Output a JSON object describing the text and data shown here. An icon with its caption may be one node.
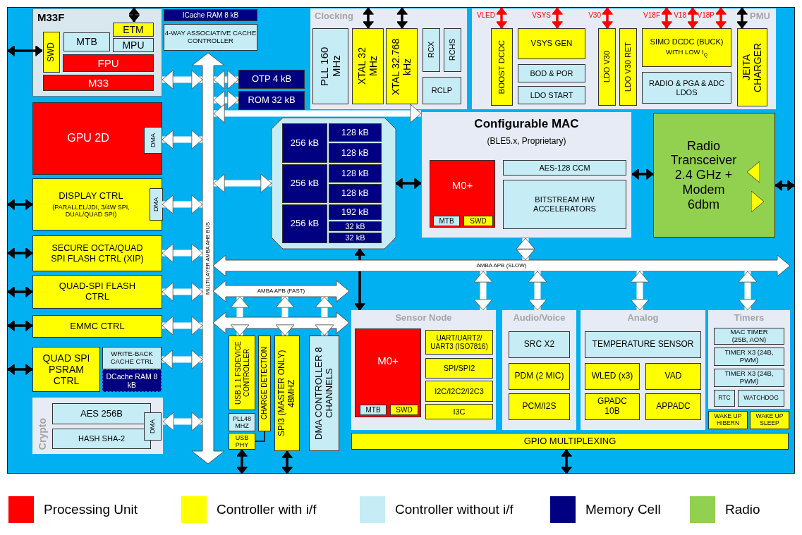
{
  "diagram": {
    "nodes": [
      {
        "text": [
          "M33F"
        ]
      },
      {
        "text": [
          "SWD"
        ],
        "in": 0
      },
      {
        "text": [
          "MTB"
        ],
        "in": 0
      },
      {
        "text": [
          "ETM"
        ],
        "in": 0
      },
      {
        "text": [
          "MPU"
        ],
        "in": 0
      },
      {
        "text": [
          "FPU"
        ],
        "in": 0
      },
      {
        "text": [
          "M33"
        ],
        "in": 0
      },
      {
        "text": [
          "ICache RAM 8 kB"
        ]
      },
      {
        "text": [
          "4-WAY ASSOCIATIVE CACHE CONTROLLER"
        ]
      },
      {
        "text": [
          "GPU 2D"
        ]
      },
      {
        "text": [
          "DMA"
        ],
        "in": 9
      },
      {
        "text": [
          "DISPLAY CTRL",
          "(PARALLEL/JDI, 3/4W SPI, DUAL/QUAD SPI)"
        ]
      },
      {
        "text": [
          "DMA"
        ],
        "in": 11
      },
      {
        "text": [
          "SECURE OCTA/QUAD SPI FLASH CTRL (XIP)"
        ]
      },
      {
        "text": [
          "QUAD-SPI FLASH CTRL"
        ]
      },
      {
        "text": [
          "EMMC CTRL"
        ]
      },
      {
        "text": [
          "QUAD SPI PSRAM CTRL"
        ]
      },
      {
        "text": [
          "WRITE-BACK CACHE CTRL"
        ]
      },
      {
        "text": [
          "DCache RAM 8 kB"
        ]
      },
      {
        "text": [
          "Crypto"
        ]
      },
      {
        "text": [
          "AES 256B"
        ],
        "in": 19
      },
      {
        "text": [
          "HASH SHA-2"
        ],
        "in": 19
      },
      {
        "text": [
          "DMA"
        ],
        "in": 19
      },
      {
        "text": [
          "MULTILAYER AMBA AHB BUS"
        ]
      },
      {
        "text": [
          "OTP 4 kB"
        ]
      },
      {
        "text": [
          "ROM 32 kB"
        ]
      },
      {
        "text": [
          "Clocking"
        ]
      },
      {
        "text": [
          "PLL 160 MHz"
        ],
        "in": 26
      },
      {
        "text": [
          "XTAL 32 MHz"
        ],
        "in": 26
      },
      {
        "text": [
          "XTAL 32.768 kHz"
        ],
        "in": 26
      },
      {
        "text": [
          "RCX"
        ],
        "in": 26
      },
      {
        "text": [
          "RCHS"
        ],
        "in": 26
      },
      {
        "text": [
          "RCLP"
        ],
        "in": 26
      },
      {
        "text": [
          "PMU"
        ]
      },
      {
        "text": [
          "BOOST DCDC"
        ],
        "in": 33
      },
      {
        "text": [
          "VSYS GEN"
        ],
        "in": 33
      },
      {
        "text": [
          "BOD & POR"
        ],
        "in": 33
      },
      {
        "text": [
          "LDO START"
        ],
        "in": 33
      },
      {
        "text": [
          "LDO V30"
        ],
        "in": 33
      },
      {
        "text": [
          "LDO V30 RET"
        ],
        "in": 33
      },
      {
        "text": [
          "SIMO DCDC (BUCK)",
          "WITH LOW I$_{Q}$"
        ],
        "in": 33
      },
      {
        "text": [
          "RADIO & PGA & ADC LDOS"
        ],
        "in": 33
      },
      {
        "text": [
          "JEITA CHARGER"
        ],
        "in": 33
      },
      {
        "text": [],
        "shape": "octagon"
      },
      {
        "text": [
          "256 kB"
        ],
        "in": 43
      },
      {
        "text": [
          "128 kB"
        ],
        "in": 43
      },
      {
        "text": [
          "128 kB"
        ],
        "in": 43
      },
      {
        "text": [
          "256 kB"
        ],
        "in": 43
      },
      {
        "text": [
          "128 kB"
        ],
        "in": 43
      },
      {
        "text": [
          "128 kB"
        ],
        "in": 43
      },
      {
        "text": [
          "256 kB"
        ],
        "in": 43
      },
      {
        "text": [
          "192 kB"
        ],
        "in": 43
      },
      {
        "text": [
          "32 kB"
        ],
        "in": 43
      },
      {
        "text": [
          "32 kB"
        ],
        "in": 43
      },
      {
        "text": [
          "Configurable MAC",
          "(BLE5.x, Proprietary)"
        ]
      },
      {
        "text": [
          "M0+"
        ],
        "in": 54
      },
      {
        "text": [
          "MTB"
        ],
        "in": 55
      },
      {
        "text": [
          "SWD"
        ],
        "in": 55
      },
      {
        "text": [
          "AES-128 CCM"
        ],
        "in": 54
      },
      {
        "text": [
          "BITSTREAM HW ACCELERATORS"
        ],
        "in": 54
      },
      {
        "text": [
          "Radio Transceiver 2.4 GHz + Modem 6dbm"
        ]
      },
      {
        "text": [
          "AMBA APB (SLOW)"
        ]
      },
      {
        "text": [
          "AMBA APB (FAST)"
        ]
      },
      {
        "text": [],
        "shape": "bar"
      },
      {
        "text": [
          "USB 1.1 FSDEVICE CONTROLLER"
        ]
      },
      {
        "text": [
          "PLL48 MHZ"
        ]
      },
      {
        "text": [
          "USB PHY"
        ]
      },
      {
        "text": [
          "CHARGE DETECTION"
        ]
      },
      {
        "text": [
          "SPI3 (MASTER ONLY) 48MHZ"
        ]
      },
      {
        "text": [
          "DMA CONTROLLER 8 CHANNELS"
        ]
      },
      {
        "text": [
          "Sensor Node"
        ]
      },
      {
        "text": [
          "M0+"
        ],
        "in": 70
      },
      {
        "text": [
          "MTB"
        ],
        "in": 71
      },
      {
        "text": [
          "SWD"
        ],
        "in": 71
      },
      {
        "text": [
          "UART/UART2/ UART3 (ISO7816)"
        ],
        "in": 70
      },
      {
        "text": [
          "SPI/SPI2"
        ],
        "in": 70
      },
      {
        "text": [
          "I2C/I2C2/I2C3"
        ],
        "in": 70
      },
      {
        "text": [
          "I3C"
        ],
        "in": 70
      },
      {
        "text": [
          "Audio/Voice"
        ]
      },
      {
        "text": [
          "SRC X2"
        ],
        "in": 78
      },
      {
        "text": [
          "PDM (2 MIC)"
        ],
        "in": 78
      },
      {
        "text": [
          "PCM/I2S"
        ],
        "in": 78
      },
      {
        "text": [
          "Analog"
        ]
      },
      {
        "text": [
          "TEMPERATURE SENSOR"
        ],
        "in": 82
      },
      {
        "text": [
          "WLED (x3)"
        ],
        "in": 82
      },
      {
        "text": [
          "VAD"
        ],
        "in": 82
      },
      {
        "text": [
          "GPADC 10B"
        ],
        "in": 82
      },
      {
        "text": [
          "APPADC"
        ],
        "in": 82
      },
      {
        "text": [
          "Timers"
        ]
      },
      {
        "text": [
          "MAC TIMER (25B, AON)"
        ],
        "in": 88
      },
      {
        "text": [
          "TIMER X3 (24B, PWM)"
        ],
        "in": 88
      },
      {
        "text": [
          "TIMER X3 (24B, PWM)"
        ],
        "in": 88
      },
      {
        "text": [
          "RTC"
        ],
        "in": 88
      },
      {
        "text": [
          "WATCHDOG"
        ],
        "in": 88
      },
      {
        "text": [
          "WAKE UP HIBERN"
        ]
      },
      {
        "text": [
          "WAKE UP SLEEP"
        ]
      },
      {
        "text": [
          "GPIO MULTIPLEXING"
        ]
      }
    ],
    "edges": [
      {
        "from": null,
        "to": 1,
        "arrow": "both",
        "color": "#000000"
      },
      {
        "from": null,
        "to": 3,
        "arrow": "both",
        "color": "#000000"
      },
      {
        "from": null,
        "to": 11,
        "arrow": "both",
        "color": "#000000"
      },
      {
        "from": null,
        "to": 13,
        "arrow": "both",
        "color": "#000000"
      },
      {
        "from": null,
        "to": 14,
        "arrow": "both",
        "color": "#000000"
      },
      {
        "from": null,
        "to": 15,
        "arrow": "both",
        "color": "#000000"
      },
      {
        "from": null,
        "to": 16,
        "arrow": "both",
        "color": "#000000"
      },
      {
        "from": null,
        "to": 28,
        "arrow": "both",
        "color": "#000000"
      },
      {
        "from": null,
        "to": 29,
        "arrow": "both",
        "color": "#000000"
      },
      {
        "from": null,
        "to": 34,
        "arrow": "both",
        "color": "#ff0000",
        "label": "VLED"
      },
      {
        "from": null,
        "to": 35,
        "arrow": "both",
        "color": "#ff0000",
        "label": "VSYS"
      },
      {
        "from": null,
        "to": 38,
        "arrow": "both",
        "color": "#ff0000",
        "label": "V30"
      },
      {
        "from": null,
        "to": 40,
        "arrow": "both",
        "color": "#ff0000",
        "label": "V18F"
      },
      {
        "from": null,
        "to": 40,
        "arrow": "both",
        "color": "#ff0000",
        "label": "V18"
      },
      {
        "from": null,
        "to": 40,
        "arrow": "both",
        "color": "#ff0000",
        "label": "V18P"
      },
      {
        "from": null,
        "to": 42,
        "arrow": "both",
        "color": "#000000"
      },
      {
        "from": 60,
        "to": null,
        "arrow": "both",
        "color": "#000000"
      },
      {
        "from": 66,
        "to": null,
        "arrow": "both",
        "color": "#000000"
      },
      {
        "from": 68,
        "to": null,
        "arrow": "both",
        "color": "#000000"
      },
      {
        "from": 96,
        "to": null,
        "arrow": "both",
        "color": "#000000"
      },
      {
        "from": 43,
        "to": 54,
        "arrow": "both",
        "color": "#000000"
      },
      {
        "from": 54,
        "to": 60,
        "arrow": "both",
        "color": "#000000"
      },
      {
        "from": 61,
        "to": 43,
        "arrow": "to",
        "color": "#000000"
      },
      {
        "from": 0,
        "to": 23,
        "arrow": "both",
        "style": "thick"
      },
      {
        "from": 23,
        "to": 24,
        "arrow": "both",
        "style": "thick"
      },
      {
        "from": 23,
        "to": 25,
        "arrow": "both",
        "style": "thick"
      },
      {
        "from": 23,
        "to": 54,
        "arrow": "both",
        "style": "thick"
      },
      {
        "from": 9,
        "to": 23,
        "arrow": "both",
        "style": "thick"
      },
      {
        "from": 23,
        "to": 43,
        "arrow": "both",
        "style": "thick"
      },
      {
        "from": 11,
        "to": 23,
        "arrow": "both",
        "style": "thick"
      },
      {
        "from": 13,
        "to": 23,
        "arrow": "both",
        "style": "thick"
      },
      {
        "from": 14,
        "to": 23,
        "arrow": "both",
        "style": "thick"
      },
      {
        "from": 15,
        "to": 23,
        "arrow": "both",
        "style": "thick"
      },
      {
        "from": 17,
        "to": 23,
        "arrow": "both",
        "style": "thick"
      },
      {
        "from": 19,
        "to": 23,
        "arrow": "both",
        "style": "thick"
      },
      {
        "from": 63,
        "to": 62,
        "arrow": "to",
        "style": "thick"
      },
      {
        "from": 63,
        "to": 62,
        "arrow": "to",
        "style": "thick"
      },
      {
        "from": 63,
        "to": 62,
        "arrow": "to",
        "style": "thick"
      },
      {
        "from": 54,
        "to": 61,
        "arrow": "both",
        "style": "thick"
      },
      {
        "from": 61,
        "to": 70,
        "arrow": "both",
        "style": "thick"
      },
      {
        "from": 61,
        "to": 78,
        "arrow": "both",
        "style": "thick"
      },
      {
        "from": 61,
        "to": 82,
        "arrow": "both",
        "style": "thick"
      },
      {
        "from": 61,
        "to": 88,
        "arrow": "both",
        "style": "thick"
      },
      {
        "from": 67,
        "to": 66,
        "arrow": "none",
        "color": "#000000"
      },
      {
        "from": 63,
        "to": 64,
        "arrow": "to",
        "style": "thick"
      },
      {
        "from": 63,
        "to": 68,
        "arrow": "to",
        "style": "thick"
      },
      {
        "from": 63,
        "to": 69,
        "arrow": "to",
        "style": "thick"
      },
      {
        "from": 61,
        "to": 70,
        "arrow": "to",
        "color": "#000000"
      }
    ],
    "legend": [
      {
        "text": "Processing Unit",
        "color": "#ff0000"
      },
      {
        "text": "Controller with i/f",
        "color": "#ffff00"
      },
      {
        "text": "Controller without i/f",
        "color": "#c6ecf6"
      },
      {
        "text": "Memory Cell",
        "color": "#000080"
      },
      {
        "text": "Radio",
        "color": "#92d050"
      }
    ]
  }
}
